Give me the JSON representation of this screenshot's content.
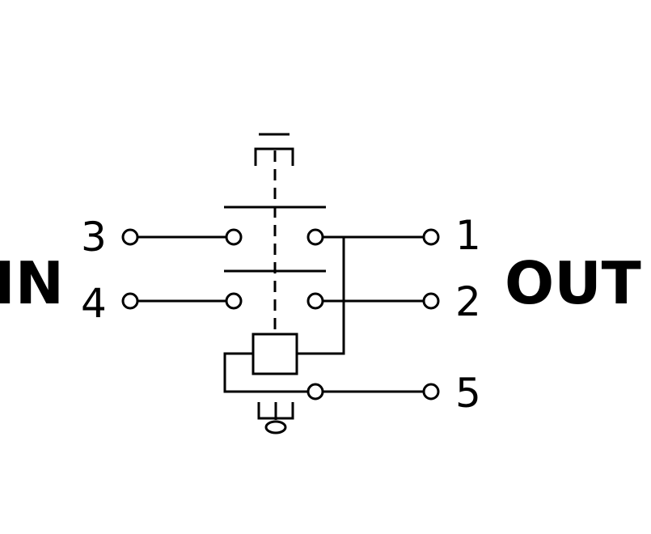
{
  "labels": {
    "input": "IN",
    "output": "OUT"
  },
  "pins": {
    "p1": "1",
    "p2": "2",
    "p3": "3",
    "p4": "4",
    "p5": "5"
  },
  "colors": {
    "line": "#000000",
    "background": "#ffffff"
  }
}
